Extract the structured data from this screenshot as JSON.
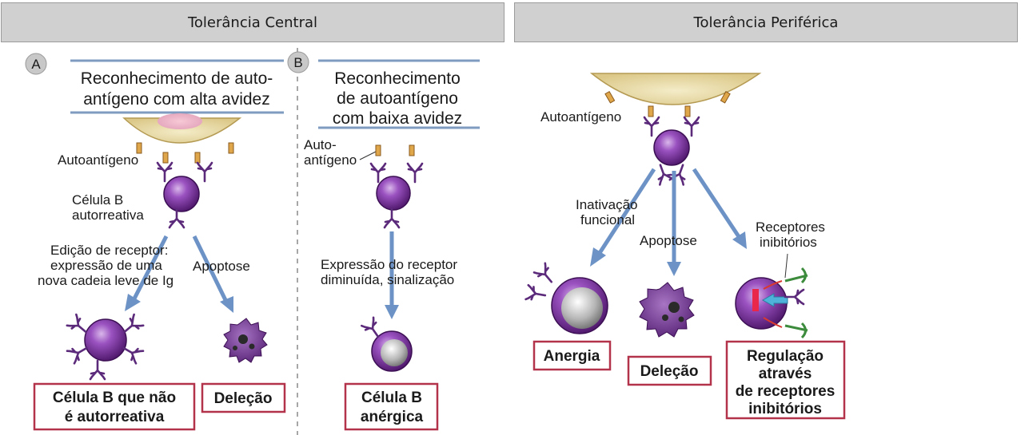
{
  "headers": {
    "central": "Tolerância Central",
    "peripheral": "Tolerância Periférica"
  },
  "panel_a": {
    "letter": "A",
    "title_line1": "Reconhecimento de auto-",
    "title_line2": "antígeno com alta avidez",
    "autoantigen": "Autoantígeno",
    "cell_line1": "Célula B",
    "cell_line2": "autorreativa",
    "edit_line1": "Edição de receptor:",
    "edit_line2": "expressão de uma",
    "edit_line3": "nova cadeia leve de Ig",
    "apoptosis": "Apoptose",
    "outcome1_line1": "Célula B que não",
    "outcome1_line2": "é autorreativa",
    "outcome2": "Deleção"
  },
  "panel_b": {
    "letter": "B",
    "title_line1": "Reconhecimento",
    "title_line2": "de autoantígeno",
    "title_line3": "com baixa avidez",
    "autoantigen_line1": "Auto-",
    "autoantigen_line2": "antígeno",
    "expr_line1": "Expressão do receptor",
    "expr_line2": "diminuída, sinalização",
    "outcome_line1": "Célula B",
    "outcome_line2": "anérgica"
  },
  "peripheral": {
    "autoantigen": "Autoantígeno",
    "inact_line1": "Inativação",
    "inact_line2": "funcional",
    "apoptosis": "Apoptose",
    "receptors_line1": "Receptores",
    "receptors_line2": "inibitórios",
    "outcome1": "Anergia",
    "outcome2": "Deleção",
    "outcome3_line1": "Regulação",
    "outcome3_line2": "através",
    "outcome3_line3": "de receptores",
    "outcome3_line4": "inibitórios"
  },
  "colors": {
    "header_bg": "#d0d0d0",
    "cell_purple": "#6a2a8c",
    "apc_yellow": "#e8d9a4",
    "arrow_blue": "#6d93c6",
    "box_border": "#b3334a",
    "title_rule": "#7f9cc0"
  }
}
